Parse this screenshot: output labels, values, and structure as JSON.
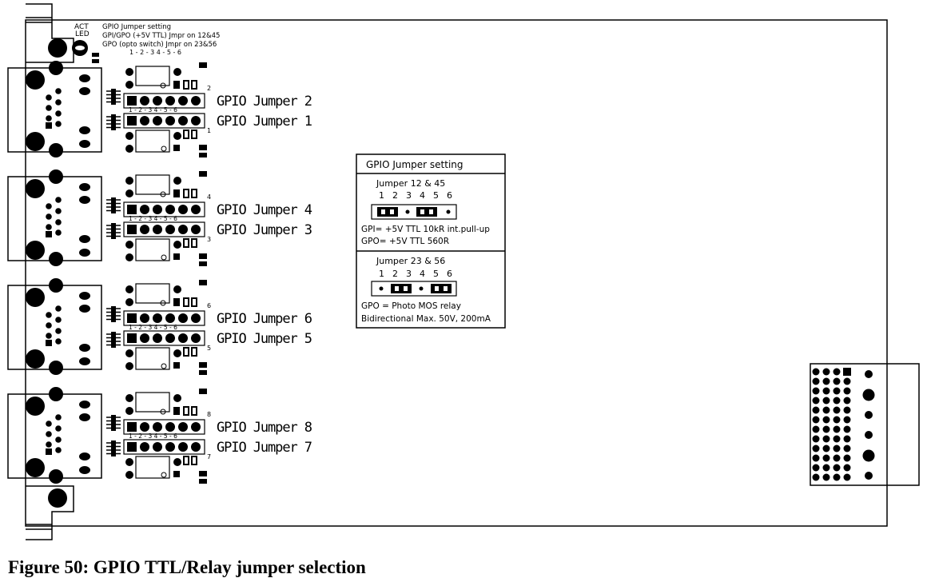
{
  "diagram": {
    "led_label": [
      "ACT",
      "LED"
    ],
    "top_note": [
      "GPIO Jumper setting",
      "GPI/GPO (+5V TTL) Jmpr on 12&45",
      "GPO (opto switch) Jmpr on 23&56",
      "1 - 2 - 3  4 - 5 - 6"
    ],
    "pin_order_label": "1 - 2 - 3  4 - 5 - 6",
    "channels": [
      {
        "upper": {
          "label": "GPIO Jumper 2",
          "number": "2"
        },
        "lower": {
          "label": "GPIO Jumper 1",
          "number": "1"
        }
      },
      {
        "upper": {
          "label": "GPIO Jumper 4",
          "number": "4"
        },
        "lower": {
          "label": "GPIO Jumper 3",
          "number": "3"
        }
      },
      {
        "upper": {
          "label": "GPIO Jumper 6",
          "number": "6"
        },
        "lower": {
          "label": "GPIO Jumper 5",
          "number": "5"
        }
      },
      {
        "upper": {
          "label": "GPIO Jumper 8",
          "number": "8"
        },
        "lower": {
          "label": "GPIO Jumper 7",
          "number": "7"
        }
      }
    ],
    "legend_box": {
      "title": "GPIO Jumper setting",
      "ttl": {
        "heading": "Jumper 12 & 45",
        "pins": [
          "1",
          "2",
          "3",
          "4",
          "5",
          "6"
        ],
        "line1": "GPI= +5V TTL 10kR int.pull-up",
        "line2": "GPO= +5V TTL 560R"
      },
      "relay": {
        "heading": "Jumper 23 & 56",
        "pins": [
          "1",
          "2",
          "3",
          "4",
          "5",
          "6"
        ],
        "line1": "GPO = Photo MOS relay",
        "line2": "Bidirectional Max. 50V, 200mA"
      }
    }
  },
  "caption": "Figure 50: GPIO TTL/Relay jumper selection"
}
